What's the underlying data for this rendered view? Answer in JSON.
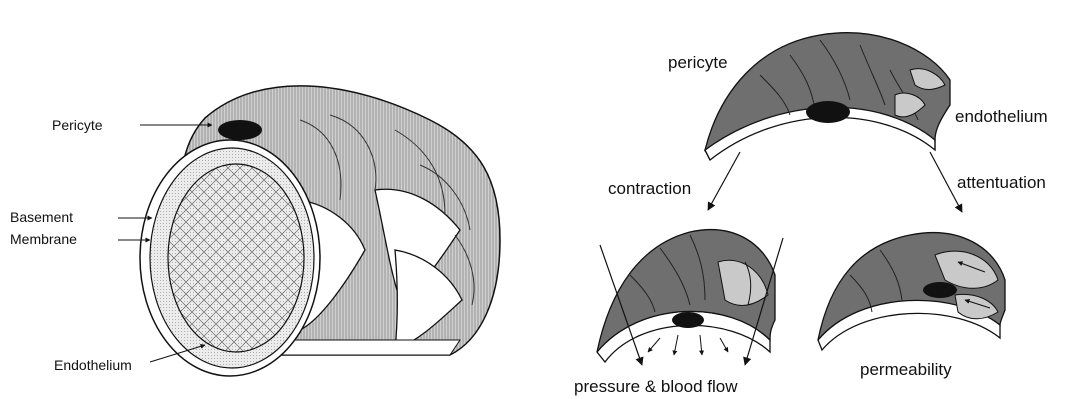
{
  "left_diagram": {
    "labels": {
      "pericyte": "Pericyte",
      "basement": "Basement",
      "membrane": "Membrane",
      "endothelium": "Endothelium"
    }
  },
  "right_diagram": {
    "labels": {
      "pericyte": "pericyte",
      "endothelium": "endothelium",
      "contraction": "contraction",
      "attentuation": "attentuation",
      "pressure_blood_flow": "pressure & blood flow",
      "permeability": "permeability"
    }
  },
  "colors": {
    "dark_fill": "#6f6f6f",
    "light_fill": "#c9c9c9",
    "nucleus": "#111111",
    "ink": "#111111"
  }
}
